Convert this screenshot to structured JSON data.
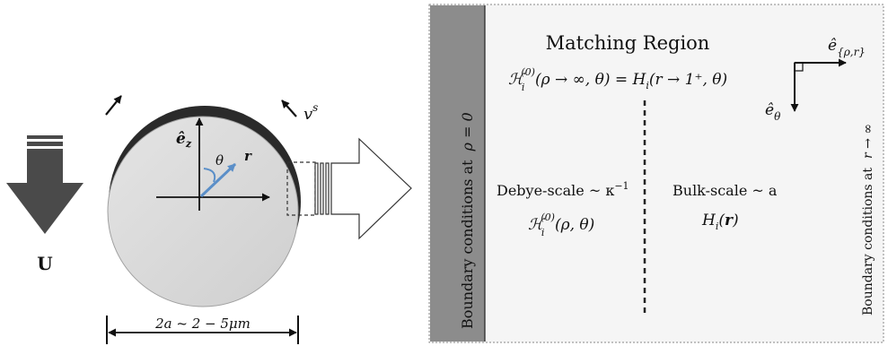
{
  "left_panel": {
    "flow_label": "U",
    "velocity_label": "v",
    "velocity_superscript": "s",
    "axis_z_label": "ê",
    "axis_z_subscript": "z",
    "angle_label": "θ",
    "radial_label": "r",
    "size_label": "2a ~ 2 − 5μm"
  },
  "right_panel": {
    "title": "Matching Region",
    "matching_lhs_base": "ℋ",
    "matching_lhs_sub": "i",
    "matching_lhs_sup": "(0)",
    "matching_lhs_args": "(ρ → ∞, θ) = H",
    "matching_rhs_sub": "i",
    "matching_rhs_args": "(r → 1⁺, θ)",
    "debye_label": "Debye-scale ~ κ",
    "debye_sup": "−1",
    "inner_field_base": "ℋ",
    "inner_field_sub": "i",
    "inner_field_sup": "(0)",
    "inner_field_args": "(ρ, θ)",
    "bulk_label": "Bulk-scale ~ a",
    "outer_field_base": "H",
    "outer_field_sub": "i",
    "outer_field_open": "(",
    "outer_field_arg": "r",
    "outer_field_close": ")",
    "left_boundary": "Boundary conditions at",
    "left_boundary_value": "ρ = 0",
    "right_boundary": "Boundary conditions at",
    "right_boundary_value": "r → ∞",
    "basis_rho_r": "ê",
    "basis_rho_r_sub": "{ρ,r}",
    "basis_theta": "ê",
    "basis_theta_sub": "θ"
  },
  "colors": {
    "particle_fill": "#d9d9d9",
    "particle_shadow": "#2a2a2a",
    "gray_band": "#8c8c8c",
    "region_fill": "#f4f4f4",
    "radial_arrow": "#5b8fc8",
    "flow_arrow": "#4a4a4a"
  }
}
